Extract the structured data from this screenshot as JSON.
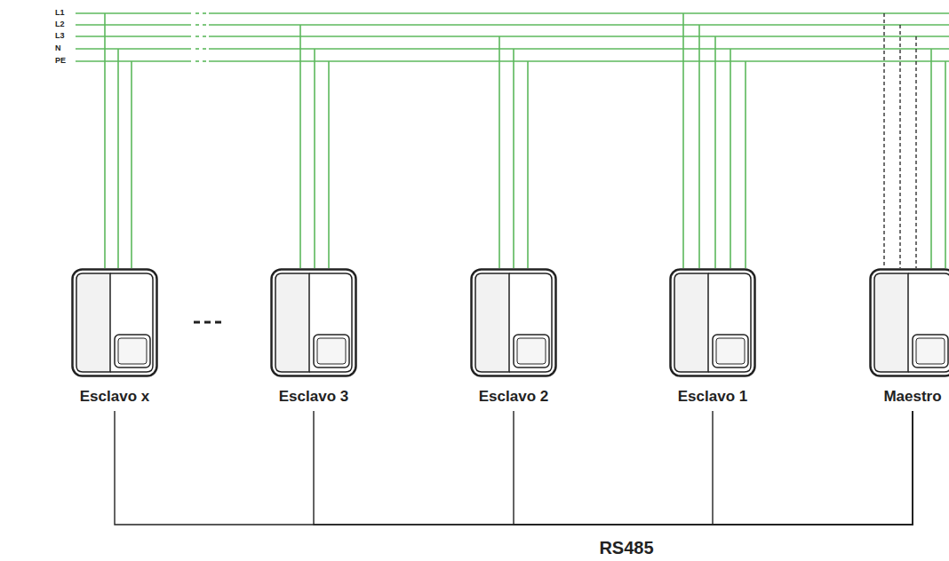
{
  "diagram": {
    "nodes": [
      {
        "text": [
          "Esclavo x"
        ]
      },
      {
        "text": [
          "Esclavo 3"
        ]
      },
      {
        "text": [
          "Esclavo 2"
        ]
      },
      {
        "text": [
          "Esclavo 1"
        ]
      },
      {
        "text": [
          "Maestro"
        ]
      }
    ],
    "edges": [
      {
        "from": 4,
        "to": 3,
        "arrow": "none"
      },
      {
        "from": 4,
        "to": 2,
        "arrow": "none"
      },
      {
        "from": 4,
        "to": 1,
        "arrow": "none"
      },
      {
        "from": 4,
        "to": 0,
        "arrow": "none"
      }
    ],
    "labels": [
      "L1",
      "L2",
      "L3",
      "N",
      "PE",
      "RS485"
    ]
  }
}
